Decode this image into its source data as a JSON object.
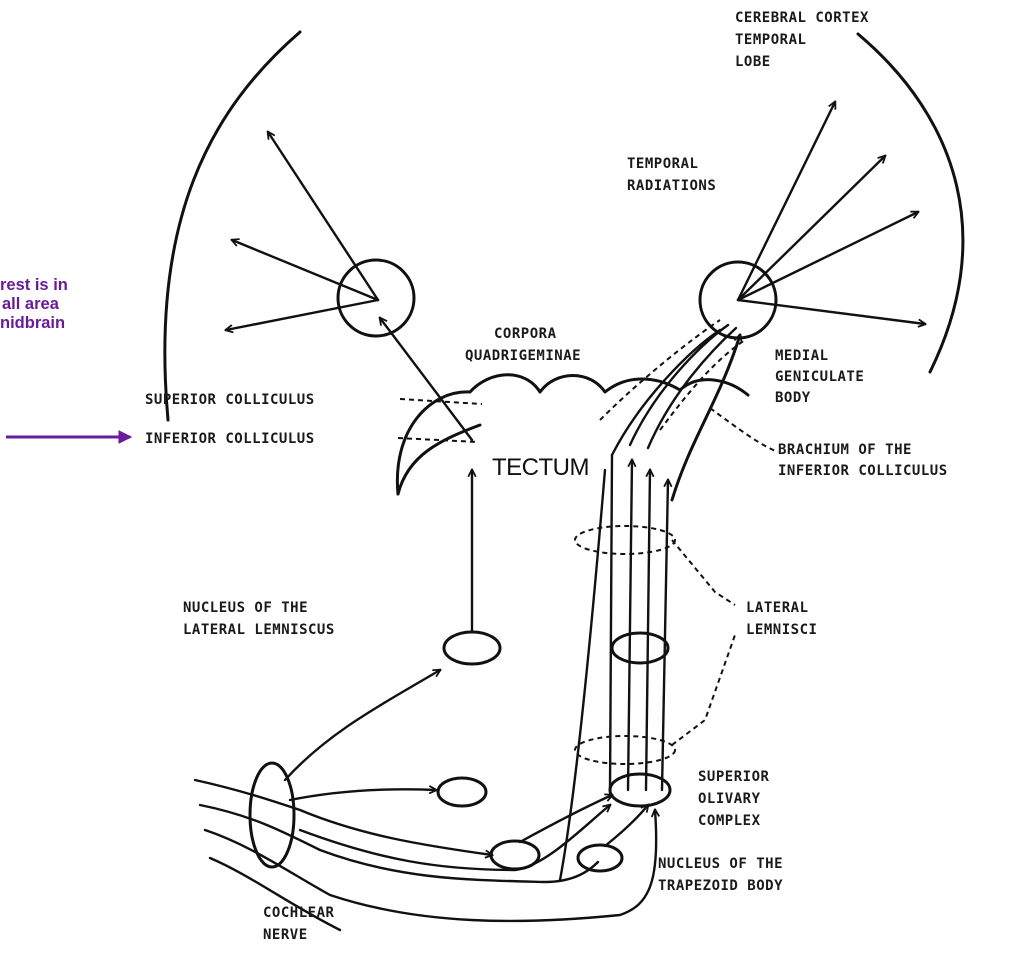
{
  "colors": {
    "note": "#6a1b9a",
    "arrow": "#6a1b9a",
    "ink": "#111111"
  },
  "annotation": {
    "lines": [
      "rest is in",
      "all area",
      "nidbrain"
    ]
  },
  "labels": {
    "cortex": [
      "CEREBRAL CORTEX",
      "TEMPORAL",
      "LOBE"
    ],
    "temporal_radiations": [
      "TEMPORAL",
      "RADIATIONS"
    ],
    "corpora": [
      "CORPORA",
      "QUADRIGEMINAE"
    ],
    "medial_geniculate": [
      "MEDIAL",
      "GENICULATE",
      "BODY"
    ],
    "superior_colliculus": "SUPERIOR COLLICULUS",
    "inferior_colliculus": "INFERIOR COLLICULUS",
    "brachium": [
      "BRACHIUM OF THE",
      "INFERIOR COLLICULUS"
    ],
    "tectum": "TECTUM",
    "nucleus_lateral_lemniscus": [
      "NUCLEUS OF THE",
      "LATERAL LEMNISCUS"
    ],
    "lateral_lemnisci": [
      "LATERAL",
      "LEMNISCI"
    ],
    "superior_olivary": [
      "SUPERIOR",
      "OLIVARY",
      "COMPLEX"
    ],
    "trapezoid": [
      "NUCLEUS OF THE",
      "TRAPEZOID BODY"
    ],
    "cochlear_nerve": [
      "COCHLEAR",
      "NERVE"
    ]
  }
}
